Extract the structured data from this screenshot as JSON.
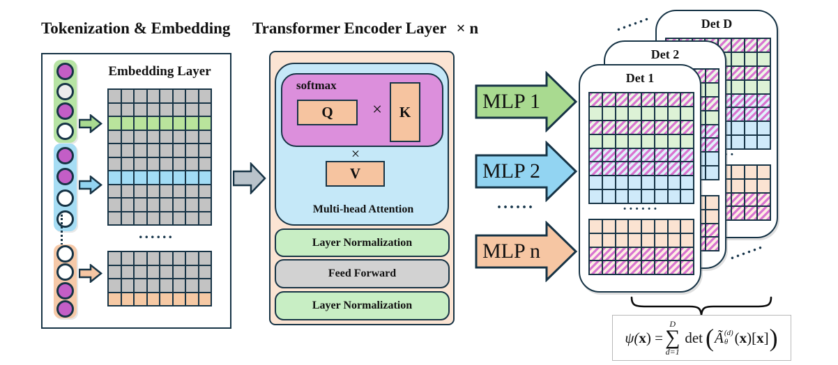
{
  "left": {
    "title": "Tokenization & Embedding",
    "embedding_label": "Embedding Layer",
    "dots": "......",
    "token_groups": [
      {
        "name": "green",
        "circles": [
          "magenta",
          "lightgray",
          "magenta",
          "white"
        ]
      },
      {
        "name": "blue",
        "circles": [
          "magenta",
          "magenta",
          "white",
          "white"
        ]
      },
      {
        "name": "orange",
        "circles": [
          "white",
          "white",
          "magenta",
          "magenta"
        ]
      }
    ],
    "grid1": {
      "cols": 8,
      "row_colors": [
        "gray",
        "gray",
        "green",
        "gray",
        "gray",
        "gray",
        "blue",
        "gray",
        "gray",
        "gray"
      ]
    },
    "grid2": {
      "cols": 8,
      "row_colors": [
        "gray",
        "gray",
        "gray",
        "orange"
      ]
    }
  },
  "encoder": {
    "title": "Transformer Encoder Layer",
    "repeat_label": "× n",
    "softmax": "softmax",
    "q": "Q",
    "k": "K",
    "v": "V",
    "times": "×",
    "mha": "Multi-head Attention",
    "ln1": "Layer Normalization",
    "ff": "Feed Forward",
    "ln2": "Layer Normalization"
  },
  "mlp": {
    "dots": "......",
    "arrows": [
      {
        "label": "MLP 1",
        "color": "#a9da90"
      },
      {
        "label": "MLP 2",
        "color": "#92d4f2"
      },
      {
        "label": "MLP n",
        "color": "#f6c6a3"
      }
    ]
  },
  "det": {
    "cards": [
      {
        "label": "Det 1"
      },
      {
        "label": "Det 2"
      },
      {
        "label": "Det D"
      }
    ],
    "stack_dots_top": "......",
    "stack_dots_bottom": "......",
    "inner_dots": "......",
    "gridA": {
      "cols": 8,
      "row_colors": [
        "lt_green_hatch",
        "lt_green",
        "lt_green_hatch",
        "lt_green",
        "lt_blue_hatch",
        "lt_blue_hatch",
        "lt_blue",
        "lt_blue"
      ]
    },
    "gridB": {
      "cols": 8,
      "row_colors": [
        "lt_peach",
        "lt_peach",
        "lt_peach_hatch",
        "lt_peach_hatch"
      ]
    }
  },
  "formula": {
    "psi": "ψ(",
    "x1": "x",
    "eq": ") = ",
    "sum_upper": "D",
    "sigma": "∑",
    "sum_lower": "d=1",
    "det": "det",
    "lparen": "(",
    "rparen": ")",
    "A": "Ã",
    "A_sup": "(d)",
    "A_sub": "θ",
    "arg_l": "(",
    "x2": "x",
    "arg_m": ")[",
    "x3": "x",
    "arg_r": "]"
  },
  "colors": {
    "outline": "#163345",
    "arrow_gray": "#b9c3cb",
    "small_arrow_green": "#a9da90",
    "small_arrow_blue": "#92d4f2",
    "small_arrow_orange": "#f6c6a3",
    "hatch_magenta": "#d973d0"
  }
}
